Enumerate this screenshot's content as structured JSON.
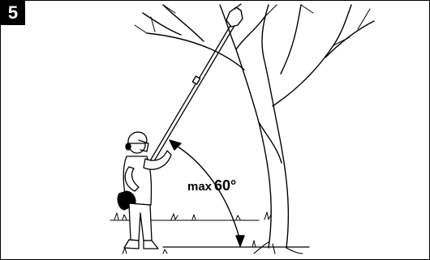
{
  "figure": {
    "number": "5",
    "angle_label": {
      "prefix": "max",
      "value": "60°"
    }
  },
  "colors": {
    "ink": "#000000",
    "paper": "#ffffff"
  }
}
